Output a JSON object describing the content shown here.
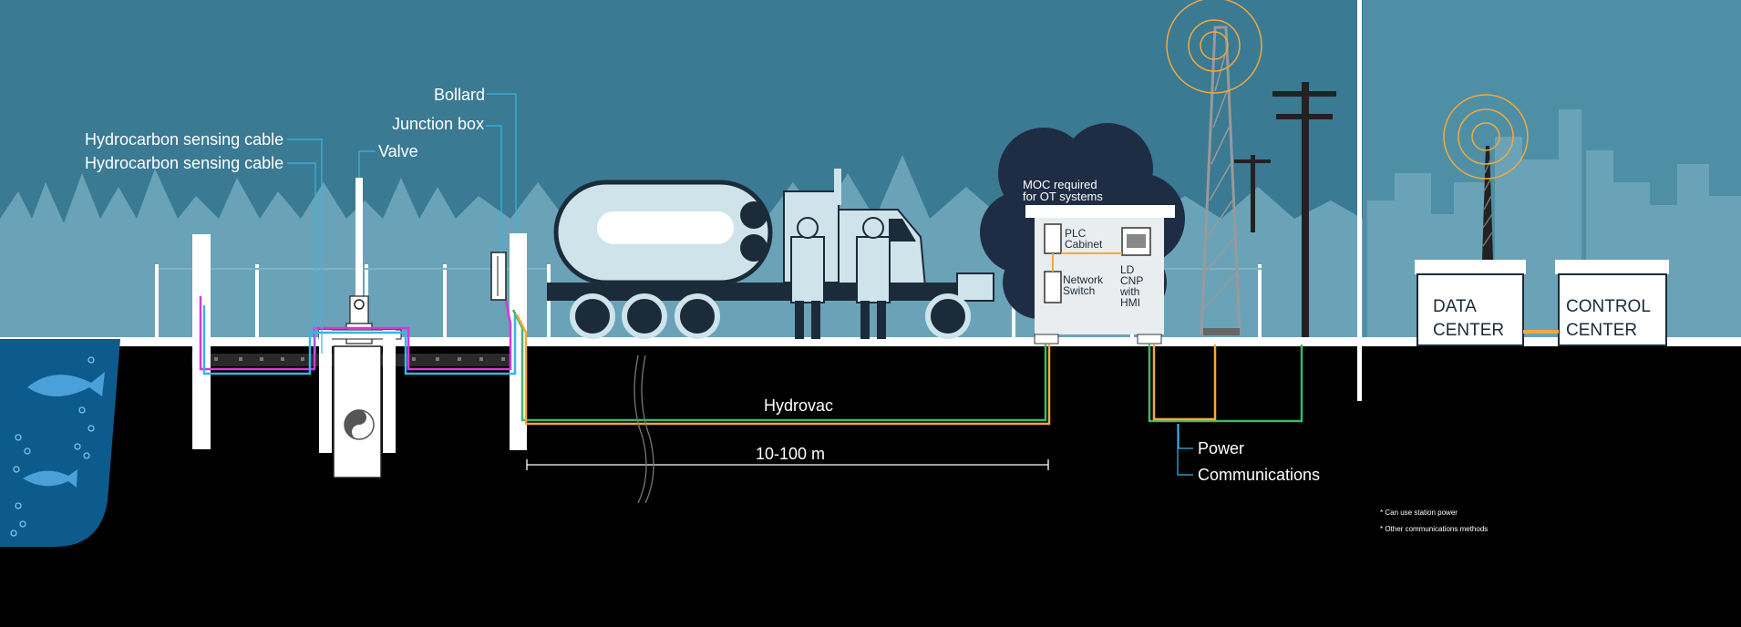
{
  "labels": {
    "bollard": "Bollard",
    "junction_box": "Junction box",
    "hydrocarbon_cable_1": "Hydrocarbon sensing cable",
    "hydrocarbon_cable_2": "Hydrocarbon sensing cable",
    "valve": "Valve",
    "moc_line1": "MOC required",
    "moc_line2": "for OT systems",
    "plc_line1": "PLC",
    "plc_line2": "Cabinet",
    "network_line1": "Network",
    "network_line2": "Switch",
    "ld_line1": "LD",
    "ld_line2": "CNP",
    "ld_line3": "with",
    "ld_line4": "HMI",
    "hydrovac": "Hydrovac",
    "distance": "10-100 m",
    "power": "Power",
    "communications": "Communications",
    "data_center_line1": "DATA",
    "data_center_line2": "CENTER",
    "control_center_line1": "CONTROL",
    "control_center_line2": "CENTER",
    "note1": "* Can use station power",
    "note2": "* Other communications methods"
  },
  "colors": {
    "sky": "#3a7a93",
    "sky_right": "#4f8fa6",
    "tree": "#6aa3b8",
    "ground": "#000000",
    "water": "#0d5a8c",
    "cloud": "#1f2d44",
    "orange": "#f2a93b",
    "green": "#3fb56f",
    "magenta": "#d23ad8",
    "cyan": "#39b4e6"
  },
  "icons": {
    "antenna_signal": "antenna-signal-icon",
    "fish": "fish-icon",
    "truck": "hydrovac-truck-icon",
    "workers": "worker-icon",
    "power_pole": "power-pole-icon",
    "tower": "radio-tower-icon"
  }
}
